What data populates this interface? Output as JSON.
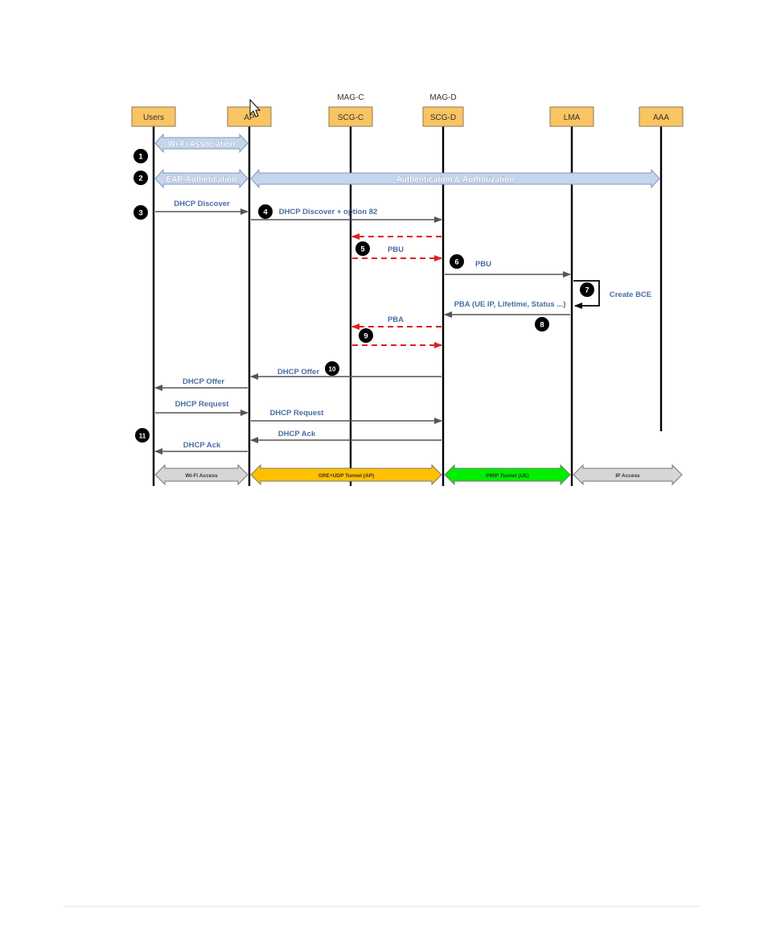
{
  "above_labels": [
    {
      "id": "scgc",
      "text": "MAG-C"
    },
    {
      "id": "scgd",
      "text": "MAG-D"
    }
  ],
  "entities": [
    {
      "id": "users",
      "label": "Users"
    },
    {
      "id": "ap",
      "label": "AP"
    },
    {
      "id": "scgc",
      "label": "SCG-C"
    },
    {
      "id": "scgd",
      "label": "SCG-D"
    },
    {
      "id": "lma",
      "label": "LMA"
    },
    {
      "id": "aaa",
      "label": "AAA"
    }
  ],
  "bands": [
    {
      "name": "wifi-association",
      "from": "users",
      "to": "ap",
      "label": "Wi-Fi Association"
    },
    {
      "name": "eap-authentication",
      "from": "users",
      "to": "ap",
      "label": "EAP-Authetication"
    },
    {
      "name": "authentication-authorization",
      "from": "ap",
      "to": "aaa",
      "label": "Authentication & Authorization"
    }
  ],
  "messages": [
    {
      "name": "dhcp-discover",
      "from": "users",
      "to": "ap",
      "label": "DHCP Discover",
      "dashed": false
    },
    {
      "name": "dhcp-discover-option82",
      "from": "ap",
      "to": "scgd",
      "label": "DHCP Discover + option 82",
      "dashed": false
    },
    {
      "name": "red-return-1",
      "from": "scgd",
      "to": "scgc",
      "label": "",
      "dashed": true
    },
    {
      "name": "pbu-red",
      "from": "scgc",
      "to": "scgd",
      "label": "PBU",
      "dashed": true
    },
    {
      "name": "pbu",
      "from": "scgd",
      "to": "lma",
      "label": "PBU",
      "dashed": false
    },
    {
      "name": "pba-lma",
      "from": "lma",
      "to": "scgd",
      "label": "PBA (UE IP, Lifetime, Status ...)",
      "dashed": false
    },
    {
      "name": "pba-red",
      "from": "scgd",
      "to": "scgc",
      "label": "PBA",
      "dashed": true
    },
    {
      "name": "red-forward-9",
      "from": "scgc",
      "to": "scgd",
      "label": "",
      "dashed": true
    },
    {
      "name": "dhcp-offer-ap",
      "from": "scgd",
      "to": "ap",
      "label": "DHCP Offer",
      "dashed": false
    },
    {
      "name": "dhcp-offer-users",
      "from": "ap",
      "to": "users",
      "label": "DHCP Offer",
      "dashed": false
    },
    {
      "name": "dhcp-request-users",
      "from": "users",
      "to": "ap",
      "label": "DHCP Request",
      "dashed": false
    },
    {
      "name": "dhcp-request-ap",
      "from": "ap",
      "to": "scgd",
      "label": "DHCP Request",
      "dashed": false
    },
    {
      "name": "dhcp-ack-scgd",
      "from": "scgd",
      "to": "ap",
      "label": "DHCP Ack",
      "dashed": false
    },
    {
      "name": "dhcp-ack-users",
      "from": "ap",
      "to": "users",
      "label": "DHCP Ack",
      "dashed": false
    }
  ],
  "self_message": {
    "entity": "lma",
    "label": "Create BCE"
  },
  "steps": [
    "1",
    "2",
    "3",
    "4",
    "5",
    "6",
    "7",
    "8",
    "9",
    "10",
    "11"
  ],
  "tunnels": [
    {
      "name": "wifi-access",
      "from": "users",
      "to": "ap",
      "label": "Wi-Fi Access",
      "color": "#d6d6d6"
    },
    {
      "name": "gre-udp-tunnel",
      "from": "ap",
      "to": "scgd",
      "label": "GRE+UDP Tunnel (AP)",
      "color": "#ffc000"
    },
    {
      "name": "pmip-tunnel",
      "from": "scgd",
      "to": "lma",
      "label": "PMIP Tunnel (UE)",
      "color": "#00ee00"
    },
    {
      "name": "ip-access",
      "from": "lma",
      "to": "aaa",
      "label": "IP Access",
      "color": "#d6d6d6"
    }
  ],
  "colors": {
    "entity_fill": "#f9c462",
    "entity_border": "#8a7a5a",
    "lifeline": "#000000",
    "band_fill": "#c5d5ec",
    "band_stroke": "#7e98bd",
    "band_text": "#ffffff",
    "message_line": "#555555",
    "message_text": "#4a6ea3",
    "dashed_red": "#e02020",
    "step_fill": "#000000",
    "step_text": "#ffffff"
  }
}
